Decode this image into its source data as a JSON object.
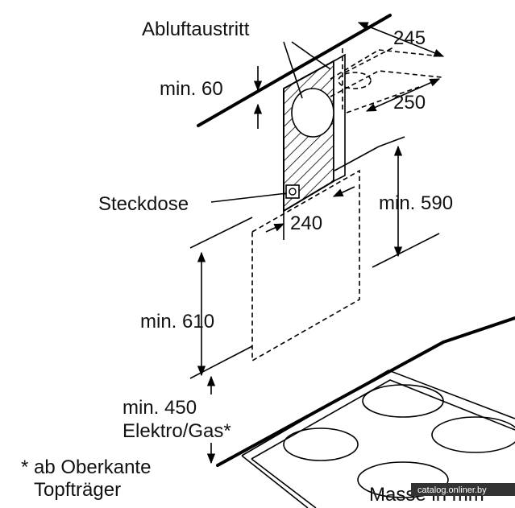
{
  "labels": {
    "exhaust_outlet": "Abluftaustritt",
    "socket": "Steckdose",
    "dim_245": "245",
    "dim_250": "250",
    "dim_min60": "min. 60",
    "dim_240": "240",
    "dim_min590": "min. 590",
    "dim_min610": "min. 610",
    "dim_min450": "min. 450",
    "elektro_gas": "Elektro/Gas*",
    "note_line1": "* ab Oberkante",
    "note_line2": "Topfträger",
    "units": "Masse in mm",
    "watermark": "catalog.onliner.by"
  },
  "colors": {
    "ink": "#000000",
    "background": "#ffffff"
  }
}
